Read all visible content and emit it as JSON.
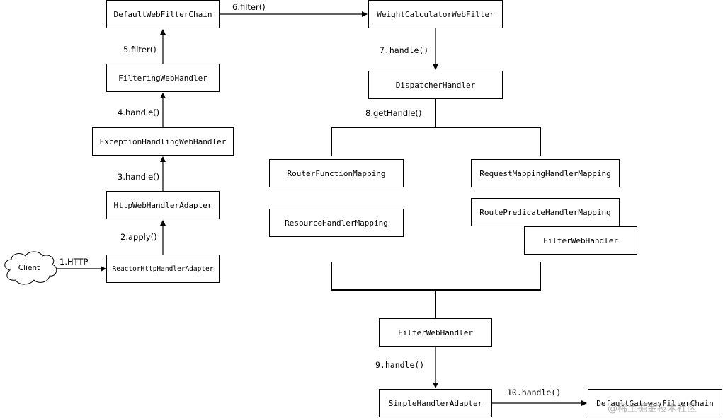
{
  "client": "Client",
  "boxes": {
    "default_web_filter_chain": "DefaultWebFilterChain",
    "filtering_web_handler": "FilteringWebHandler",
    "exception_handling_web_handler": "ExceptionHandlingWebHandler",
    "http_web_handler_adapter": "HttpWebHandlerAdapter",
    "reactor_http_handler_adapter": "ReactorHttpHandlerAdapter",
    "weight_calculator_web_filter": "WeightCalculatorWebFilter",
    "dispatcher_handler": "DispatcherHandler",
    "router_function_mapping": "RouterFunctionMapping",
    "resource_handler_mapping": "ResourceHandlerMapping",
    "request_mapping_handler_mapping": "RequestMappingHandlerMapping",
    "route_predicate_handler_mapping": "RoutePredicateHandlerMapping",
    "filter_web_handler_inner": "FilterWebHandler",
    "filter_web_handler": "FilterWebHandler",
    "simple_handler_adapter": "SimpleHandlerAdapter",
    "default_gateway_filter_chain": "DefaultGatewayFilterChain"
  },
  "edges": {
    "e1": "1.HTTP",
    "e2": "2.apply()",
    "e3": "3.handle()",
    "e4": "4.handle()",
    "e5": "5.filter()",
    "e6": "6.filter()",
    "e7": "7.handle()",
    "e8": "8.getHandle()",
    "e9": "9.handle()",
    "e10": "10.handle()"
  },
  "watermark": "@稀土掘金技术社区"
}
